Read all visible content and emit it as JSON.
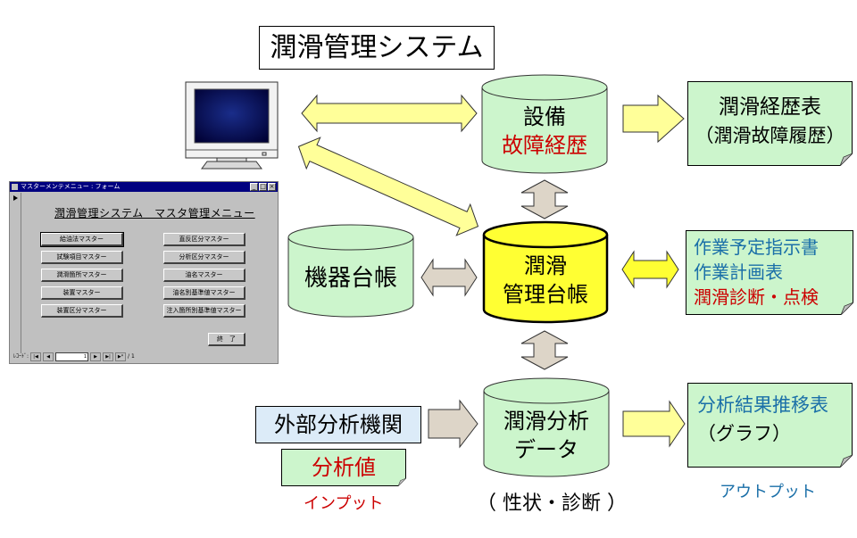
{
  "title": "潤滑管理システム",
  "colors": {
    "cylinder_green": "#ccf5cc",
    "cylinder_yellow": "#ffff33",
    "arrow_yellow": "#ffff99",
    "arrow_bright_yellow": "#ffff33",
    "arrow_gray": "#ddd5c8",
    "text_red": "#cc0000",
    "text_blue": "#1a6fa8",
    "external_box": "#dcebf8"
  },
  "nodes": {
    "equipment": {
      "line1": "設備",
      "line2": "故障経歴"
    },
    "lubrication_ledger": {
      "line1": "潤滑",
      "line2": "管理台帳"
    },
    "device_ledger": {
      "label": "機器台帳"
    },
    "analysis_data": {
      "line1": "潤滑分析",
      "line2": "データ"
    },
    "external_lab": {
      "label": "外部分析機関"
    },
    "analysis_value": {
      "label": "分析値"
    }
  },
  "outputs": {
    "history": {
      "line1": "潤滑経歴表",
      "line2": "（潤滑故障履歴）"
    },
    "work": {
      "line1": "作業予定指示書",
      "line2": "作業計画表",
      "line3": "潤滑診断・点検"
    },
    "trend": {
      "line1": "分析結果推移表",
      "line2": "（グラフ）"
    }
  },
  "captions": {
    "input": "インプット",
    "output": "アウトプット",
    "properties": "（ 性状・診断 ）"
  },
  "icons": {
    "computer": "monitor-icon"
  },
  "access_form": {
    "window_title": "マスターメンテメニュー : フォーム",
    "heading": "潤滑管理システム　マスタ管理メニュー",
    "left_buttons": [
      "給油法マスター",
      "試験項目マスター",
      "潤滑箇所マスター",
      "装置マスター",
      "装置区分マスター"
    ],
    "right_buttons": [
      "直反区分マスター",
      "分析区分マスター",
      "油名マスター",
      "油名別基準値マスター",
      "注入箇所別基準値マスター"
    ],
    "close_button": "終　了",
    "record_label": "ﾚｺｰﾄﾞ:",
    "record_current": "1",
    "record_total": "/ 1"
  }
}
